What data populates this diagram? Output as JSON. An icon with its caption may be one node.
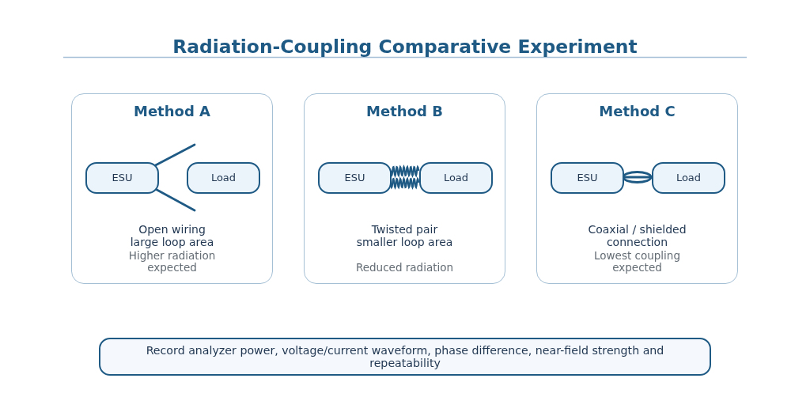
{
  "diagram": {
    "title": "Radiation-Coupling Comparative Experiment",
    "nodes": [
      {
        "text": [
          "Method A",
          "Open wiring large loop area",
          "Higher radiation expected"
        ]
      },
      {
        "text": [
          "ESU"
        ],
        "in": 0
      },
      {
        "text": [
          "Load"
        ],
        "in": 0
      },
      {
        "text": [
          "Method B",
          "Twisted pair smaller loop area",
          "Reduced radiation"
        ]
      },
      {
        "text": [
          "ESU"
        ],
        "in": 3
      },
      {
        "text": [
          "Load"
        ],
        "in": 3
      },
      {
        "text": [
          "Method C",
          "Coaxial / shielded connection",
          "Lowest coupling expected"
        ]
      },
      {
        "text": [
          "ESU"
        ],
        "in": 6
      },
      {
        "text": [
          "Load"
        ],
        "in": 6
      },
      {
        "text": [
          "Record analyzer power, voltage/current waveform, phase difference, near-field strength and repeatability"
        ]
      }
    ],
    "edges": [
      {
        "from": 1,
        "to": null,
        "arrow": "none"
      },
      {
        "from": 1,
        "to": null,
        "arrow": "none"
      },
      {
        "from": 4,
        "to": 5,
        "arrow": "none"
      },
      {
        "from": 7,
        "to": 8,
        "arrow": "none"
      }
    ]
  }
}
